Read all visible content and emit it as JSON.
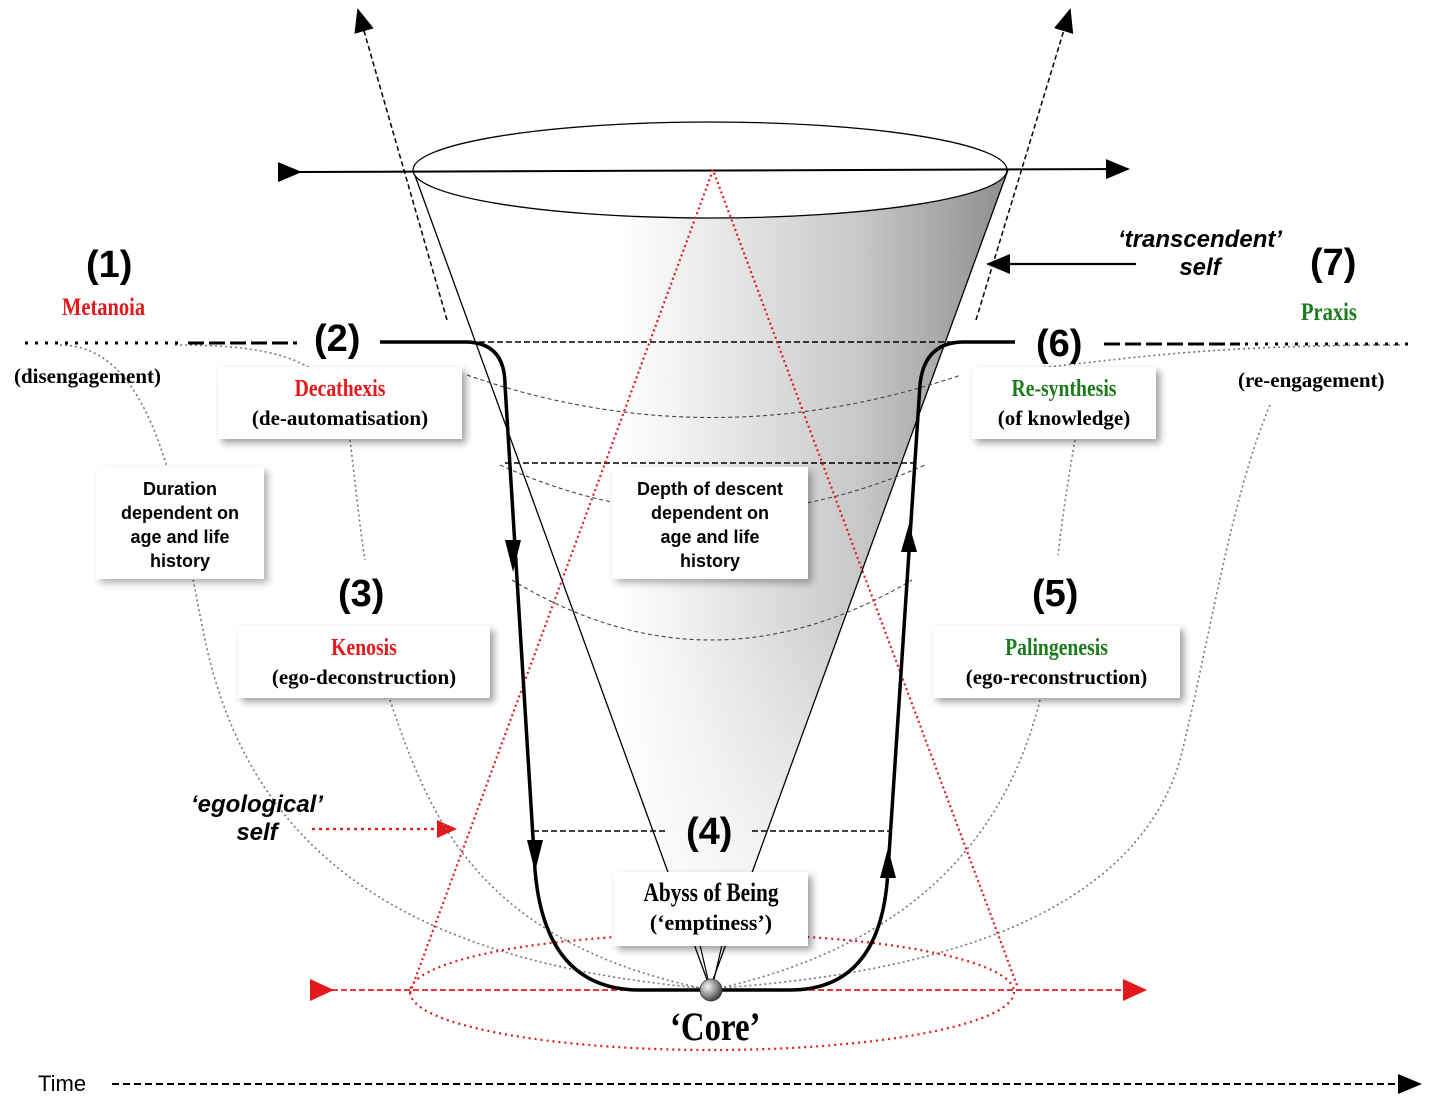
{
  "stages": {
    "s1": {
      "number": "(1)",
      "name": "Metanoia",
      "desc": "(disengagement)"
    },
    "s2": {
      "number": "(2)",
      "name": "Decathexis",
      "desc": "(de-automatisation)"
    },
    "s3": {
      "number": "(3)",
      "name": "Kenosis",
      "desc": "(ego-deconstruction)"
    },
    "s4": {
      "number": "(4)",
      "name": "Abyss of Being",
      "desc": "(‘emptiness’)"
    },
    "s5": {
      "number": "(5)",
      "name": "Palingenesis",
      "desc": "(ego-reconstruction)"
    },
    "s6": {
      "number": "(6)",
      "name": "Re-synthesis",
      "desc": "(of knowledge)"
    },
    "s7": {
      "number": "(7)",
      "name": "Praxis",
      "desc": "(re-engagement)"
    }
  },
  "notes": {
    "duration": [
      "Duration",
      "dependent on",
      "age and life",
      "history"
    ],
    "depth": [
      "Depth of descent",
      "dependent on",
      "age and life",
      "history"
    ]
  },
  "labels": {
    "transcendent_line1": "‘transcendent’",
    "transcendent_line2": "self",
    "egological_line1": "‘egological’",
    "egological_line2": "self",
    "core": "‘Core’",
    "time": "Time"
  },
  "colors": {
    "red_stage": "#e3191c",
    "green_stage": "#1d7a1d",
    "red_lines": "#e3191c"
  }
}
